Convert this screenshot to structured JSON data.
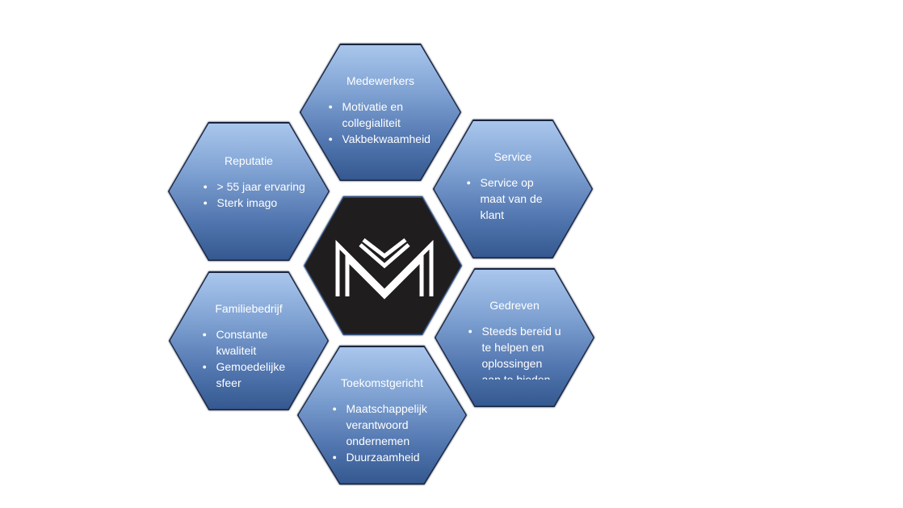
{
  "hexagons": {
    "medewerkers": {
      "title": "Medewerkers",
      "items": [
        "Motivatie en collegialiteit",
        "Vakbekwaamheid"
      ]
    },
    "reputatie": {
      "title": "Reputatie",
      "items": [
        "> 55 jaar ervaring",
        "Sterk imago"
      ]
    },
    "service": {
      "title": "Service",
      "items": [
        "Service op maat van de klant"
      ]
    },
    "familiebedrijf": {
      "title": "Familiebedrijf",
      "items": [
        "Constante kwaliteit",
        "Gemoedelijke sfeer"
      ]
    },
    "gedreven": {
      "title": "Gedreven",
      "items": [
        "Steeds bereid u te helpen en oplossingen aan te bieden"
      ]
    },
    "toekomstgericht": {
      "title": "Toekomstgericht",
      "items": [
        "Maatschappelijk verantwoord ondernemen",
        "Duurzaamheid"
      ]
    }
  },
  "colors": {
    "hex_fill_top": "#a9c6ec",
    "hex_fill_bottom": "#34588f",
    "center_fill": "#201d1e",
    "text": "#ffffff"
  },
  "icons": {
    "center_logo": "mm-monogram-logo"
  }
}
